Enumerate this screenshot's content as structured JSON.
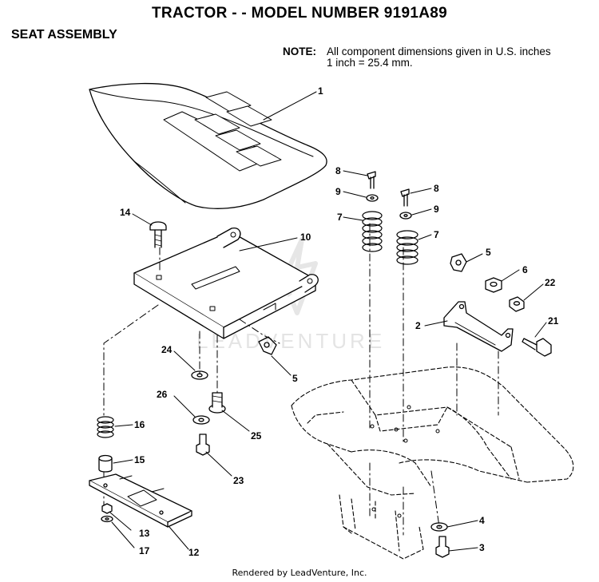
{
  "title": "TRACTOR - - MODEL NUMBER 9191A89",
  "subtitle": "SEAT ASSEMBLY",
  "note": {
    "label": "NOTE:",
    "line1": "All component dimensions given in U.S. inches",
    "line2": "1 inch = 25.4 mm."
  },
  "watermark": "LEADVENTURE",
  "footer": "Rendered by LeadVenture, Inc.",
  "callouts": {
    "c1": "1",
    "c2": "2",
    "c3": "3",
    "c4": "4",
    "c5a": "5",
    "c5b": "5",
    "c6": "6",
    "c7a": "7",
    "c7b": "7",
    "c8a": "8",
    "c8b": "8",
    "c9a": "9",
    "c9b": "9",
    "c10": "10",
    "c12": "12",
    "c13": "13",
    "c14": "14",
    "c15": "15",
    "c16": "16",
    "c17": "17",
    "c21": "21",
    "c22": "22",
    "c23": "23",
    "c24": "24",
    "c25": "25",
    "c26": "26"
  }
}
